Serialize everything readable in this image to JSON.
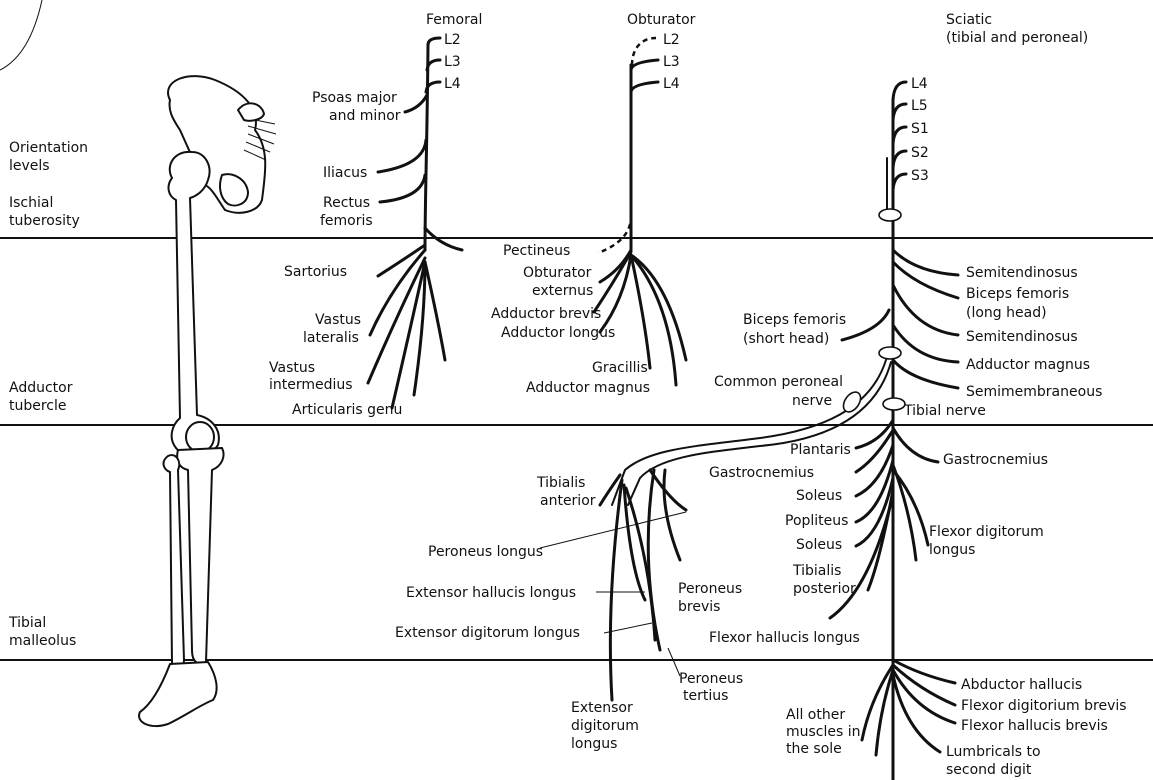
{
  "levels": {
    "orientation": [
      "Orientation",
      "levels"
    ],
    "ischial": [
      "Ischial",
      "tuberosity"
    ],
    "adductor": [
      "Adductor",
      "tubercle"
    ],
    "tibial": [
      "Tibial",
      "malleolus"
    ]
  },
  "femoral": {
    "title": "Femoral",
    "roots": [
      "L2",
      "L3",
      "L4"
    ],
    "muscles": {
      "psoas": [
        "Psoas major",
        "and minor"
      ],
      "iliacus": "Iliacus",
      "rectus": [
        "Rectus",
        "femoris"
      ],
      "sartorius": "Sartorius",
      "vastus_lat": [
        "Vastus",
        "lateralis"
      ],
      "vastus_int": [
        "Vastus",
        "intermedius"
      ],
      "articularis": "Articularis genu"
    }
  },
  "obturator": {
    "title": "Obturator",
    "roots": [
      "L2",
      "L3",
      "L4"
    ],
    "muscles": {
      "pectineus": "Pectineus",
      "obt_ext": [
        "Obturator",
        "externus"
      ],
      "add_brevis": "Adductor brevis",
      "add_longus": "Adductor longus",
      "gracilis": "Gracillis",
      "add_magnus": "Adductor magnus"
    }
  },
  "sciatic": {
    "title": [
      "Sciatic",
      "(tibial and peroneal)"
    ],
    "roots": [
      "L4",
      "L5",
      "S1",
      "S2",
      "S3"
    ],
    "thigh": {
      "semitend1": "Semitendinosus",
      "biceps_long": [
        "Biceps femoris",
        "(long head)"
      ],
      "semitend2": "Semitendinosus",
      "add_magnus": "Adductor magnus",
      "semimem": "Semimembraneous",
      "biceps_short": [
        "Biceps femoris",
        "(short head)"
      ],
      "common_peroneal": [
        "Common peroneal",
        "nerve"
      ],
      "tibial_nerve": "Tibial nerve"
    },
    "leg": {
      "plantaris": "Plantaris",
      "gastro_l": "Gastrocnemius",
      "soleus1": "Soleus",
      "popliteus": "Popliteus",
      "soleus2": "Soleus",
      "tib_post": [
        "Tibialis",
        "posterior"
      ],
      "gastro_r": "Gastrocnemius",
      "fdl": [
        "Flexor digitorum",
        "longus"
      ],
      "fhl": "Flexor hallucis longus"
    },
    "foot": {
      "abd_hall": "Abductor hallucis",
      "fdb": "Flexor digitorium brevis",
      "fhb": "Flexor hallucis brevis",
      "lumbricals": [
        "Lumbricals to",
        "second digit"
      ],
      "sole": [
        "All other",
        "muscles in",
        "the sole"
      ]
    }
  },
  "peroneal": {
    "tib_ant": [
      "Tibialis",
      "anterior"
    ],
    "per_longus": "Peroneus longus",
    "ehl": "Extensor hallucis longus",
    "edl": "Extensor digitorum longus",
    "per_brevis": [
      "Peroneus",
      "brevis"
    ],
    "per_tertius": [
      "Peroneus",
      "tertius"
    ],
    "edl_bottom": [
      "Extensor",
      "digitorum",
      "longus"
    ]
  }
}
